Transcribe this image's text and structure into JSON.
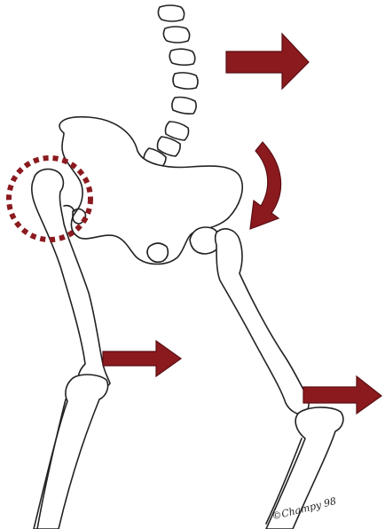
{
  "figure": {
    "signature": "©Champy 98",
    "colors": {
      "arrow": "#8b1a1f",
      "arrow_stroke": "#5a0f13",
      "outline": "#222222",
      "background": "#ffffff"
    },
    "icons": [
      "spine-vertebrae",
      "pelvis",
      "left-femur",
      "right-femur",
      "left-tibia",
      "right-tibia",
      "dotted-circle-highlight",
      "right-arrow",
      "curved-arrow"
    ]
  }
}
